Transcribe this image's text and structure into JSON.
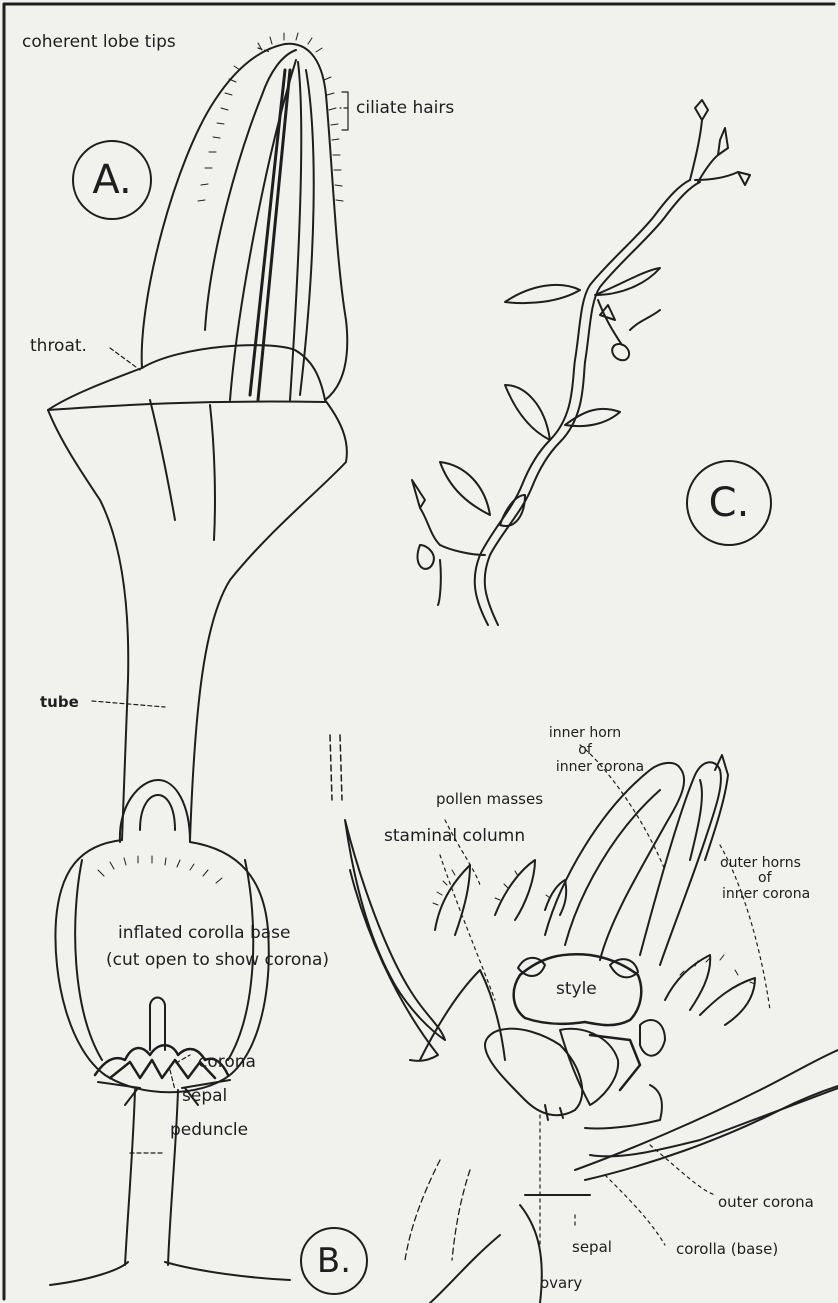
{
  "figures": {
    "a": {
      "badge": "A.",
      "labels": {
        "coherent_lobe_tips": "coherent lobe tips",
        "ciliate_hairs": "ciliate hairs",
        "throat": "throat.",
        "tube": "tube",
        "inflated_line1": "inflated corolla base",
        "inflated_line2": "(cut open to show corona)",
        "corona": "corona",
        "sepal": "sepal",
        "peduncle": "peduncle"
      }
    },
    "b": {
      "badge": "B.",
      "labels": {
        "inner_horn_1": "inner horn",
        "inner_horn_2": "of",
        "inner_horn_3": "inner corona",
        "pollen_masses": "pollen masses",
        "staminal_column": "staminal column",
        "outer_horns_1": "outer horns",
        "outer_horns_2": "of",
        "outer_horns_3": "inner corona",
        "style": "style",
        "outer_corona": "outer corona",
        "corolla_base": "corolla (base)",
        "sepal": "sepal",
        "ovary": "ovary"
      }
    },
    "c": {
      "badge": "C."
    }
  }
}
